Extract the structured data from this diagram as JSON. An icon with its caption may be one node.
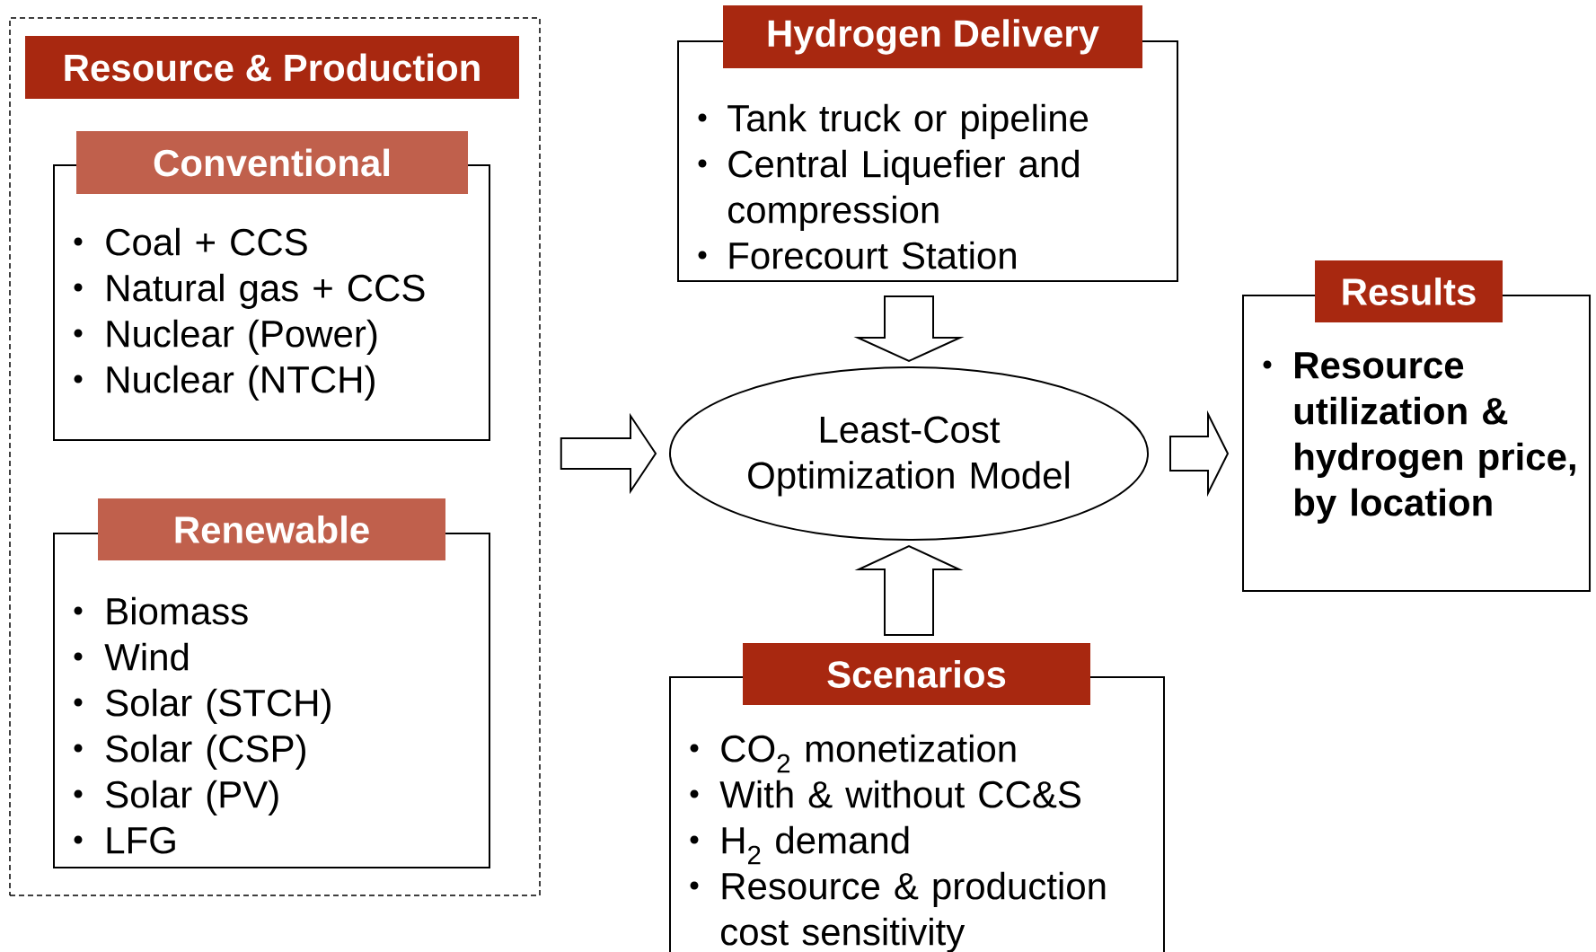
{
  "diagram": {
    "nodes": [
      {
        "text": [
          "Resource & Production"
        ]
      },
      {
        "text": [
          "Conventional",
          "Coal + CCS",
          "Natural gas + CCS",
          "Nuclear (Power)",
          "Nuclear (NTCH)"
        ],
        "in": 0
      },
      {
        "text": [
          "Renewable",
          "Biomass",
          "Wind",
          "Solar (STCH)",
          "Solar (CSP)",
          "Solar (PV)",
          "LFG"
        ],
        "in": 0
      },
      {
        "text": [
          "Hydrogen Delivery",
          "Tank truck or pipeline",
          "Central Liquefier and compression",
          "Forecourt Station"
        ]
      },
      {
        "text": [
          "Least-Cost Optimization Model"
        ]
      },
      {
        "text": [
          "Results",
          "Resource utilization & hydrogen price, by location"
        ]
      },
      {
        "text": [
          "Scenarios",
          "CO$_{2}$ monetization",
          "With & without CC&S",
          "H$_{2}$ demand",
          "Resource & production cost sensitivity"
        ]
      }
    ],
    "edges": [
      {
        "from": 0,
        "to": 4,
        "arrow": "to"
      },
      {
        "from": 3,
        "to": 4,
        "arrow": "to"
      },
      {
        "from": 4,
        "to": 5,
        "arrow": "to"
      },
      {
        "from": 6,
        "to": 4,
        "arrow": "to"
      }
    ]
  }
}
